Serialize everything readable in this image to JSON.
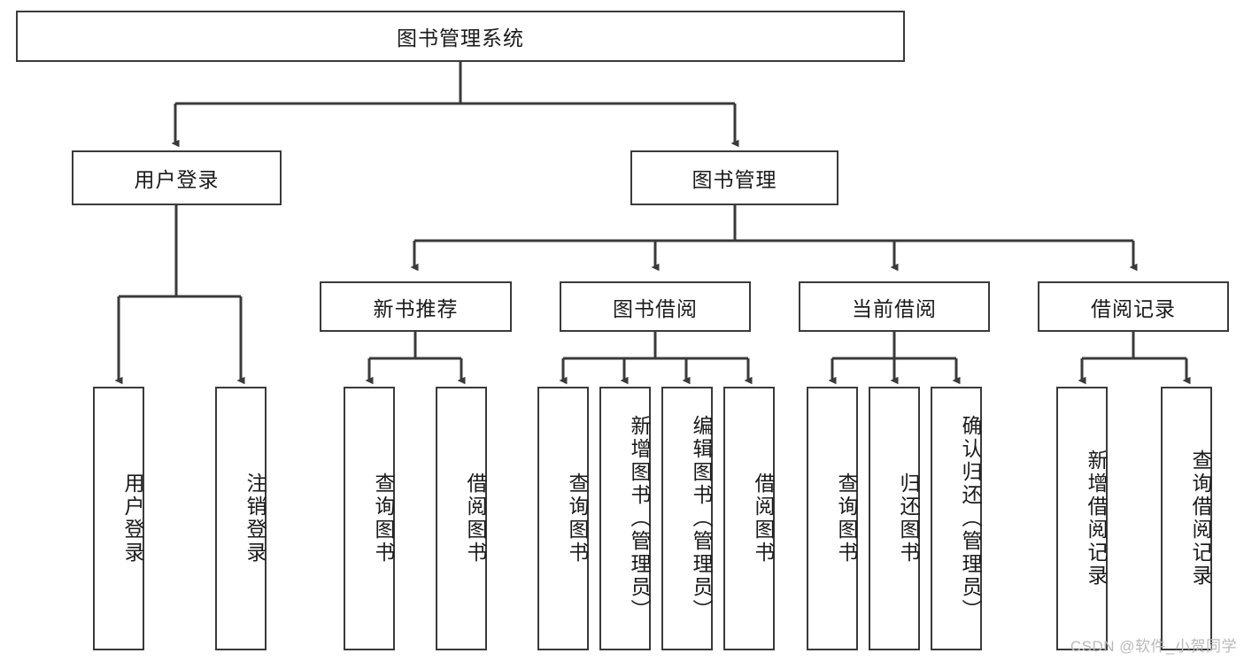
{
  "diagram": {
    "title": "图书管理系统",
    "type": "hierarchy-tree",
    "root": {
      "label": "图书管理系统"
    },
    "level2": [
      {
        "label": "用户登录"
      },
      {
        "label": "图书管理"
      }
    ],
    "level3": [
      {
        "label": "新书推荐"
      },
      {
        "label": "图书借阅"
      },
      {
        "label": "当前借阅"
      },
      {
        "label": "借阅记录"
      }
    ],
    "leaves_user_login": [
      {
        "label": "用户登录"
      },
      {
        "label": "注销登录"
      }
    ],
    "leaves_new_book": [
      {
        "label": "查询图书"
      },
      {
        "label": "借阅图书"
      }
    ],
    "leaves_borrow": [
      {
        "label": "查询图书"
      },
      {
        "label": "新增图书（管理员）"
      },
      {
        "label": "编辑图书（管理员）"
      },
      {
        "label": "借阅图书"
      }
    ],
    "leaves_current": [
      {
        "label": "查询图书"
      },
      {
        "label": "归还图书"
      },
      {
        "label": "确认归还（管理员）"
      }
    ],
    "leaves_records": [
      {
        "label": "新增借阅记录"
      },
      {
        "label": "查询借阅记录"
      }
    ],
    "colors": {
      "border": "#3a3a3a",
      "text": "#1a1a1a",
      "background": "#ffffff",
      "watermark": "#b9b9b9"
    }
  },
  "watermark": {
    "text": "CSDN @软件_小贺同学"
  }
}
